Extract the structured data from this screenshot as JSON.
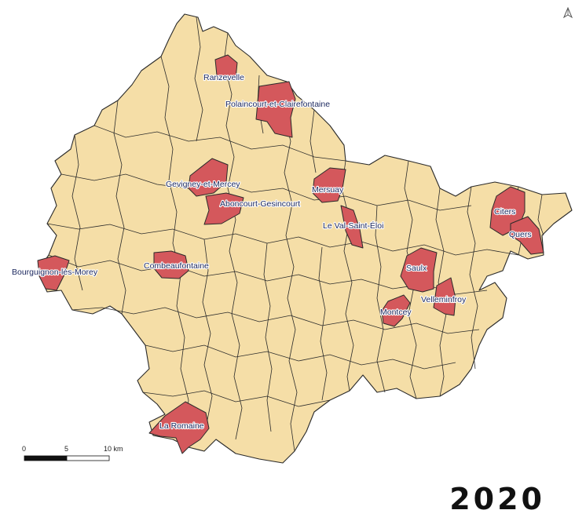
{
  "year": "2020",
  "colors": {
    "base": "#f5dea7",
    "highlight": "#d4585c",
    "border": "#2a2a2a",
    "label": "#1e2a60"
  },
  "north_arrow_icon": "north-arrow-icon",
  "scale_bar": {
    "labels": [
      "0",
      "5",
      "10 km"
    ]
  },
  "highlighted_communes": [
    "Ranzevelle",
    "Polaincourt-et-Clairefontaine",
    "Gevigney-et-Mercey",
    "Aboncourt-Gesincourt",
    "Mersuay",
    "Le Val-Saint-Éloi",
    "Citers",
    "Quers",
    "Bourguignon-lès-Morey",
    "Combeaufontaine",
    "Saulx",
    "Velleminfroy",
    "Montcey",
    "La Romaine"
  ]
}
